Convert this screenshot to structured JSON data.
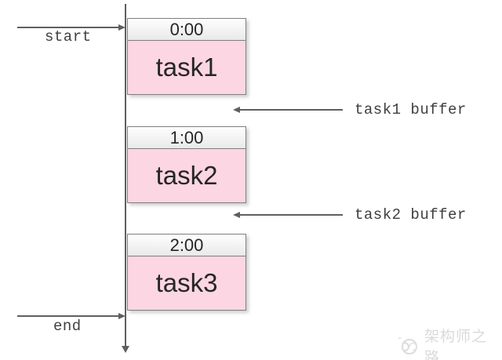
{
  "diagram": {
    "timeline": {
      "start_label": "start",
      "end_label": "end"
    },
    "tasks": [
      {
        "time": "0:00",
        "label": "task1"
      },
      {
        "time": "1:00",
        "label": "task2"
      },
      {
        "time": "2:00",
        "label": "task3"
      }
    ],
    "buffers": [
      {
        "label": "task1 buffer"
      },
      {
        "label": "task2 buffer"
      }
    ],
    "colors": {
      "task_fill": "#fcd6e2",
      "header_fill": "#f0f0f0",
      "box_border": "#7f7f7f",
      "line": "#5f5f5f",
      "label_text": "#3f3f3f",
      "task_text": "#262626",
      "watermark": "#dadada"
    }
  },
  "watermark": {
    "text": "架构师之路",
    "logo": "snail-logo-icon"
  }
}
